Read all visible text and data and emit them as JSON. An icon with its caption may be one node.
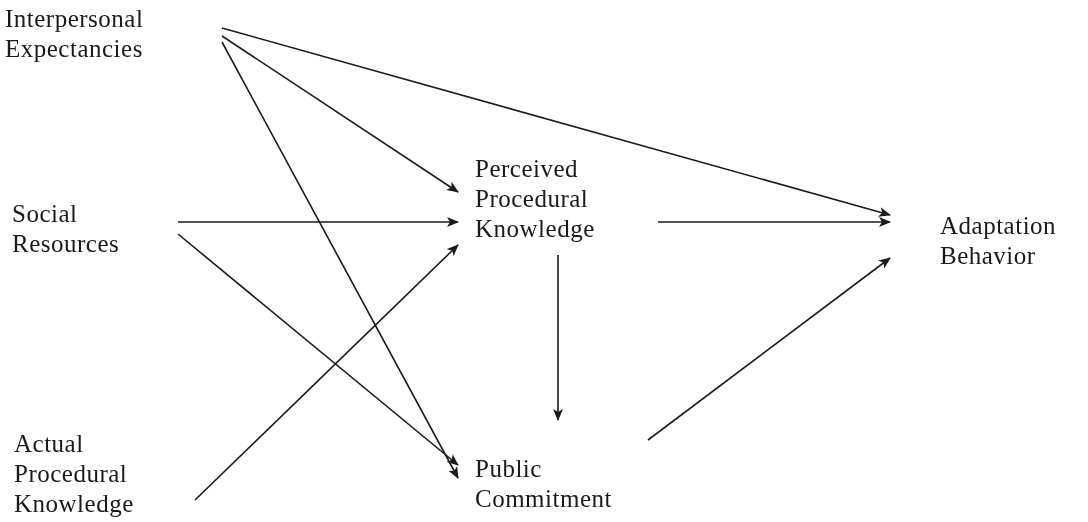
{
  "diagram": {
    "nodes": [
      {
        "text": [
          "Interpersonal Expectancies"
        ]
      },
      {
        "text": [
          "Social Resources"
        ]
      },
      {
        "text": [
          "Actual Procedural Knowledge"
        ]
      },
      {
        "text": [
          "Perceived Procedural Knowledge"
        ]
      },
      {
        "text": [
          "Public Commitment"
        ]
      },
      {
        "text": [
          "Adaptation Behavior"
        ]
      }
    ],
    "edges": [
      {
        "from": 0,
        "to": 3,
        "arrow": "to"
      },
      {
        "from": 0,
        "to": 5,
        "arrow": "to"
      },
      {
        "from": 0,
        "to": 4,
        "arrow": "to"
      },
      {
        "from": 1,
        "to": 3,
        "arrow": "to"
      },
      {
        "from": 1,
        "to": 4,
        "arrow": "to"
      },
      {
        "from": 2,
        "to": 3,
        "arrow": "to"
      },
      {
        "from": 3,
        "to": 5,
        "arrow": "to"
      },
      {
        "from": 3,
        "to": 4,
        "arrow": "to"
      },
      {
        "from": 4,
        "to": 5,
        "arrow": "to"
      }
    ]
  }
}
